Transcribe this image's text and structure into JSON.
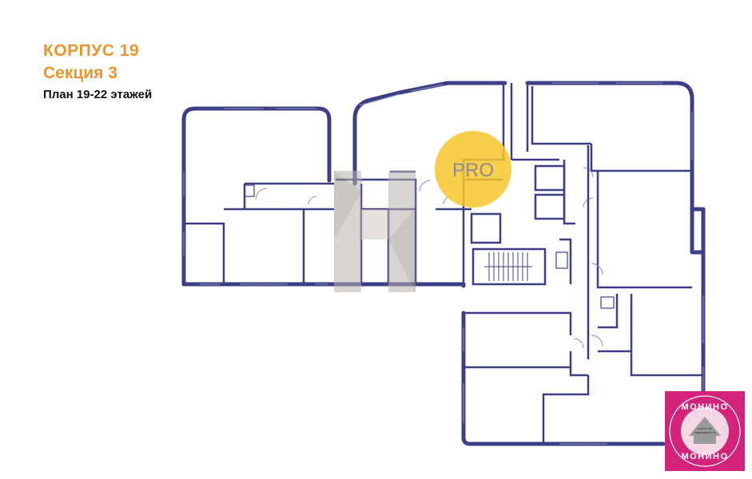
{
  "header": {
    "building": "КОРПУС 19",
    "section": "Секция 3",
    "floors": "План 19-22 этажей"
  },
  "watermark": {
    "pro_text": "PRO",
    "pro_color": "#f7c52b"
  },
  "agency_badge": {
    "name_top": "МОНИНО",
    "name_bottom": "МОНИНО",
    "line1": "Агентство",
    "line2": "недвижимости",
    "color": "#d4237a"
  },
  "colors": {
    "wall": "#3d3f86",
    "title": "#e8962b"
  }
}
